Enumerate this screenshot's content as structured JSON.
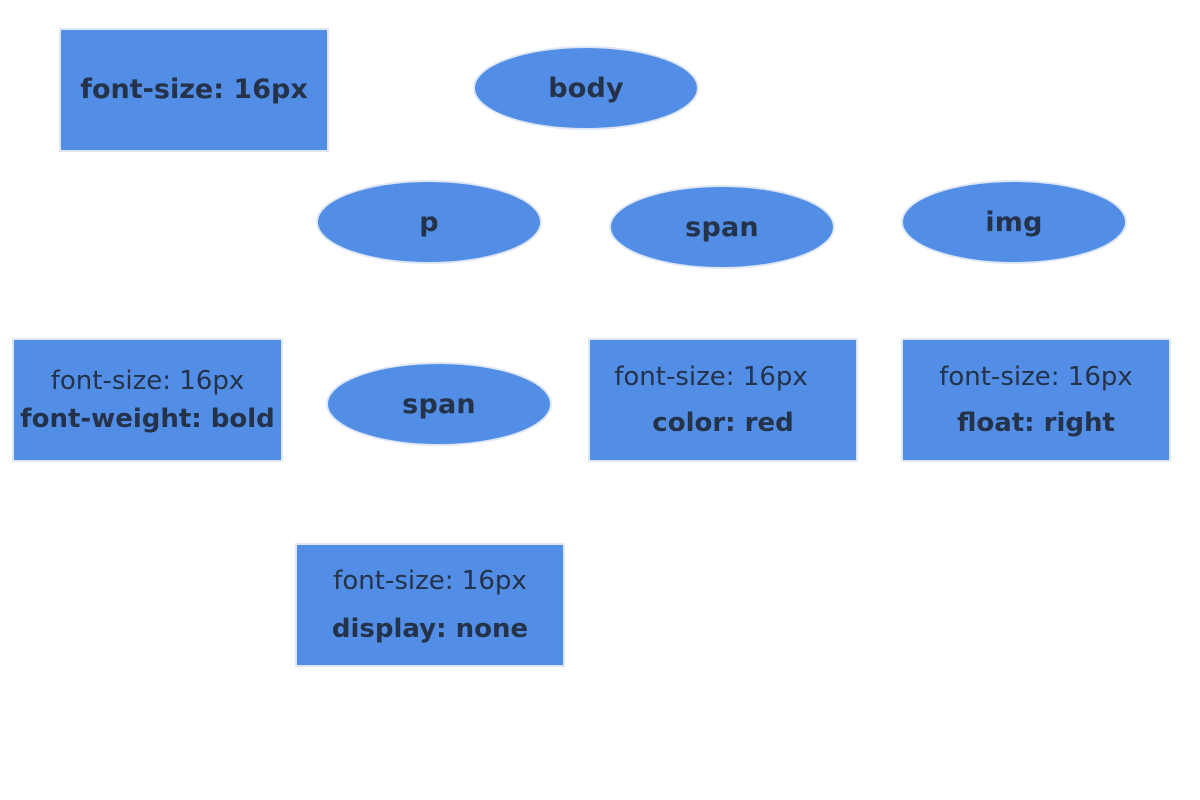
{
  "nodes": {
    "body": "body",
    "p": "p",
    "span": "span",
    "img": "img",
    "span_child": "span"
  },
  "style_boxes": {
    "body": {
      "line1": "font-size: 16px"
    },
    "p": {
      "line1": "font-size: 16px",
      "line2": "font-weight: bold"
    },
    "span": {
      "line1": "font-size: 16px",
      "line2": "color: red"
    },
    "img": {
      "line1": "font-size: 16px",
      "line2": "float: right"
    },
    "span_child": {
      "line1": "font-size: 16px",
      "line2": "display: none"
    }
  },
  "colors": {
    "node_fill": "#528ee6",
    "node_border": "#dfe7f6",
    "text": "#24324a"
  }
}
